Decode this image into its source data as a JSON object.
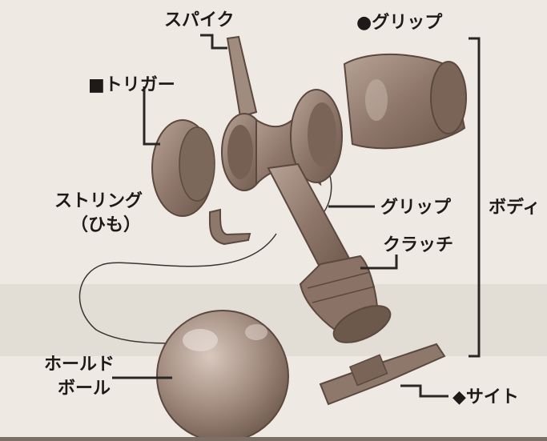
{
  "labels": {
    "spike": "スパイク",
    "grip_top": "●グリップ",
    "trigger": "■トリガー",
    "string_line1": "ストリング",
    "string_line2": "（ひも）",
    "grip_middle": "グリップ",
    "clutch": "クラッチ",
    "body": "ボディ",
    "hold_ball_line1": "ホールド",
    "hold_ball_line2": "ボール",
    "sight": "◆サイト"
  },
  "colors": {
    "background": "#eeeae3",
    "part_fill": "#9a8478",
    "part_dark": "#6d584c",
    "part_light": "#c9b8ad",
    "line": "#2a2623"
  }
}
